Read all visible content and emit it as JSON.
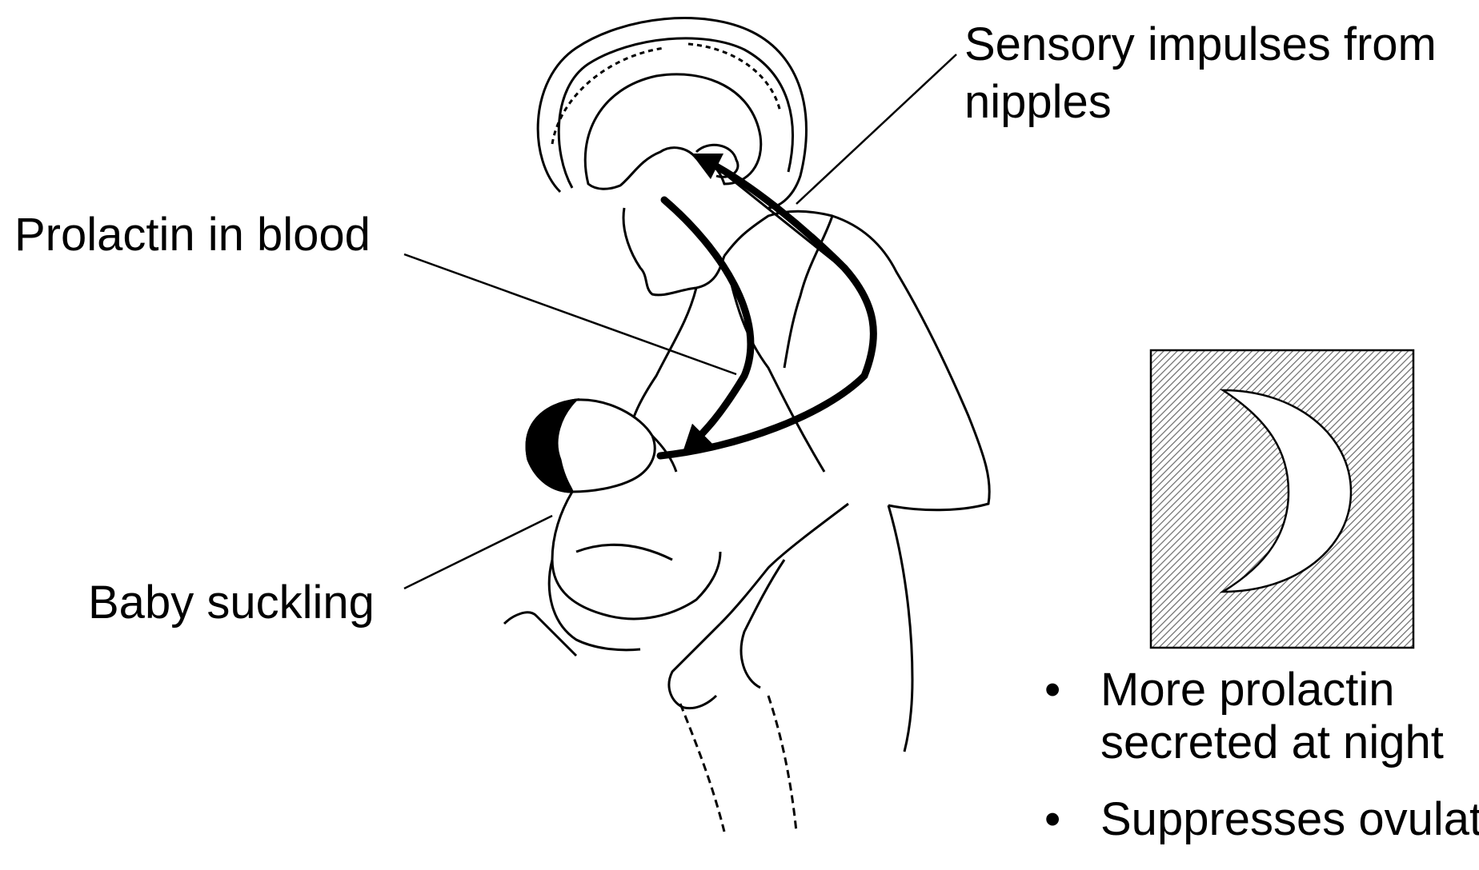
{
  "labels": {
    "sensory": "Sensory impulses from nipples",
    "sensory_line1": "Sensory impulses from",
    "sensory_line2": "nipples",
    "prolactin": "Prolactin in blood",
    "baby": "Baby suckling"
  },
  "night_panel": {
    "icon": "crescent-moon-icon",
    "bullets": [
      {
        "line1": "More prolactin",
        "line2": "secreted at night"
      },
      {
        "line1": "Suppresses ovulation",
        "line2": ""
      }
    ]
  },
  "colors": {
    "ink": "#000000",
    "hatch": "#7a7a7a",
    "paper": "#ffffff"
  }
}
